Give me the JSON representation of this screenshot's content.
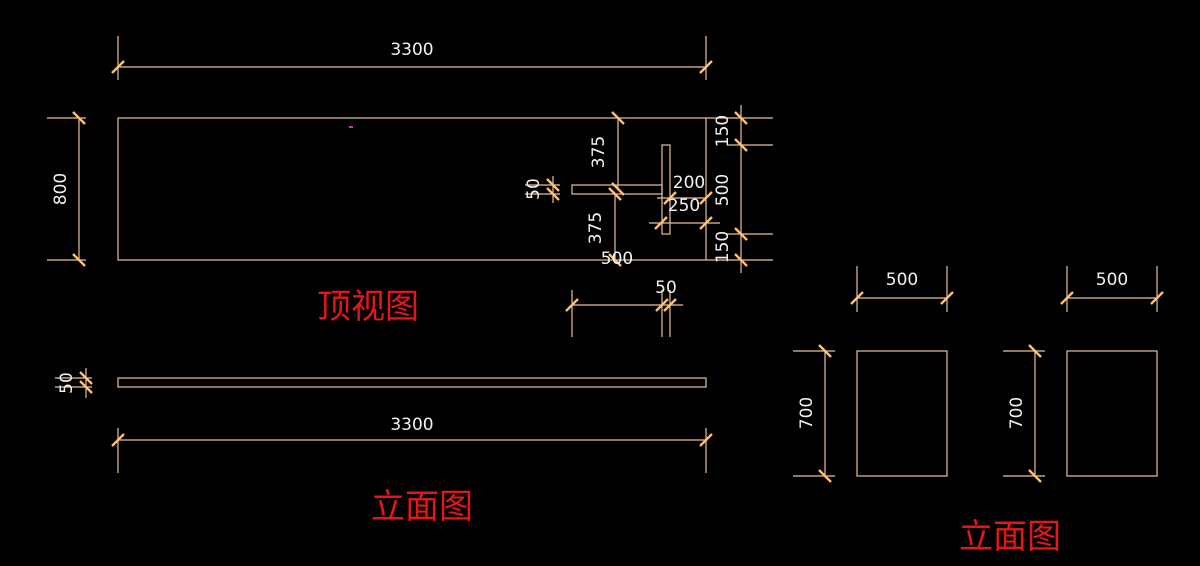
{
  "drawing": {
    "background": "#000000",
    "line_color": "#e8c196",
    "tick_color": "#ffc16b",
    "dim_text_color": "#f2f2f2",
    "title_color": "#e61616",
    "units": "mm"
  },
  "titles": {
    "top_view": "顶视图",
    "front_elevation": "立面图",
    "side_elevation": "立面图"
  },
  "top_view": {
    "overall_length": "3300",
    "overall_width": "800",
    "cutout_offset_top": "375",
    "cutout_offset_bottom": "375",
    "slot_width": "50",
    "post_offset": "200",
    "post_spacing": "250",
    "slot_length": "500",
    "right_top": "150",
    "right_middle": "500",
    "right_bottom": "150",
    "below_length": "500",
    "below_width": "50"
  },
  "front_elevation": {
    "length": "3300",
    "thickness": "50"
  },
  "side_elevations": [
    {
      "width": "500",
      "height": "700"
    },
    {
      "width": "500",
      "height": "700"
    }
  ]
}
